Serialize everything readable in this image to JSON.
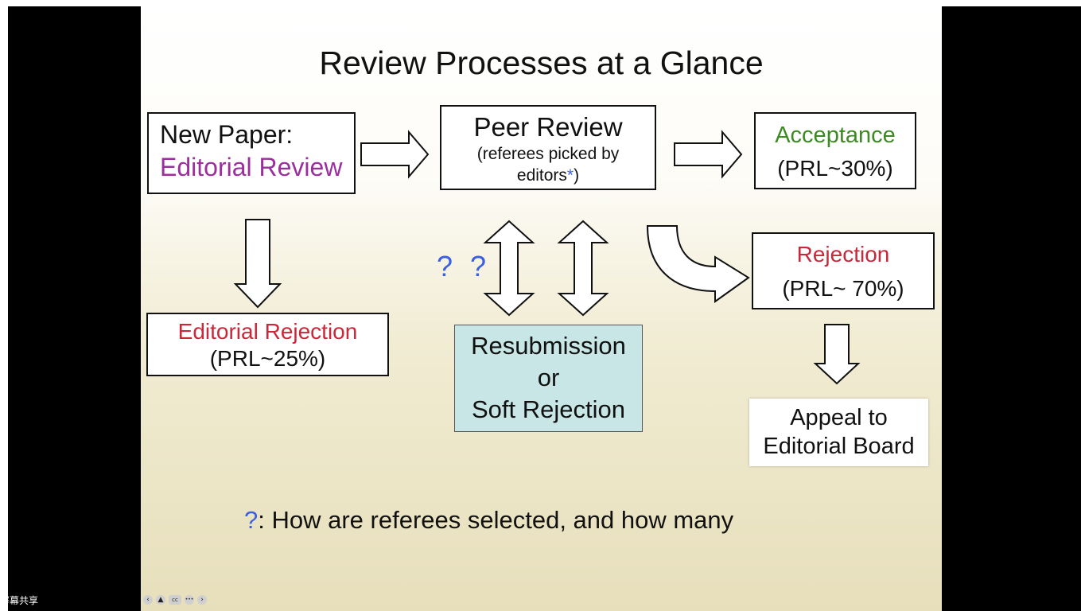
{
  "slide": {
    "title": "Review Processes at a Glance",
    "new_paper": {
      "line1": "New Paper:",
      "line2": "Editorial Review"
    },
    "peer_review": {
      "line1": "Peer Review",
      "line2": "(referees picked by",
      "line3_text": "editors",
      "line3_star": "*",
      "line3_close": ")"
    },
    "acceptance": {
      "label": "Acceptance",
      "rate": "(PRL~30%)"
    },
    "rejection": {
      "label": "Rejection",
      "rate": "(PRL~ 70%)"
    },
    "editorial_rejection": {
      "label": "Editorial Rejection",
      "rate": "(PRL~25%)"
    },
    "resubmission": {
      "line1": "Resubmission",
      "line2": "or",
      "line3": "Soft Rejection"
    },
    "appeal": {
      "line1": "Appeal to",
      "line2": "Editorial Board"
    },
    "question_marks": "? ?",
    "footnote": {
      "mark": "?",
      "text": ": How are referees selected, and how many"
    }
  },
  "toolbar": {
    "buttons": [
      {
        "icon": "prev-icon",
        "glyph": "‹"
      },
      {
        "icon": "pointer-icon",
        "glyph": "▲"
      },
      {
        "icon": "captions-icon",
        "glyph": "cc"
      },
      {
        "icon": "more-icon",
        "glyph": "•••"
      },
      {
        "icon": "next-icon",
        "glyph": "›"
      }
    ]
  },
  "corner_label": "屏幕共享",
  "colors": {
    "purple": "#9b2f9d",
    "green": "#3c8a22",
    "red": "#c8283a",
    "blue": "#3b5fe0",
    "teal_box": "#c7e6e5"
  }
}
